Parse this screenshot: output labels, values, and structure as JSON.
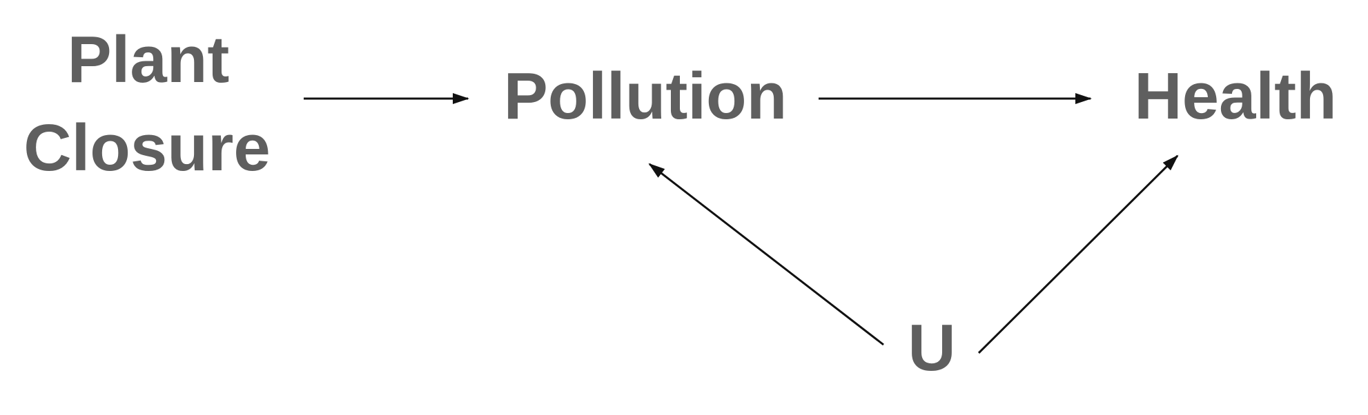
{
  "diagram": {
    "nodes": {
      "plant_closure": {
        "line1": "Plant",
        "line2": "Closure"
      },
      "pollution": {
        "label": "Pollution"
      },
      "health": {
        "label": "Health"
      },
      "u": {
        "label": "U"
      }
    },
    "edges": [
      {
        "from": "Plant Closure",
        "to": "Pollution"
      },
      {
        "from": "Pollution",
        "to": "Health"
      },
      {
        "from": "U",
        "to": "Pollution"
      },
      {
        "from": "U",
        "to": "Health"
      }
    ],
    "colors": {
      "node_text": "#5f5f5f",
      "edge": "#111111",
      "background": "#ffffff"
    }
  }
}
